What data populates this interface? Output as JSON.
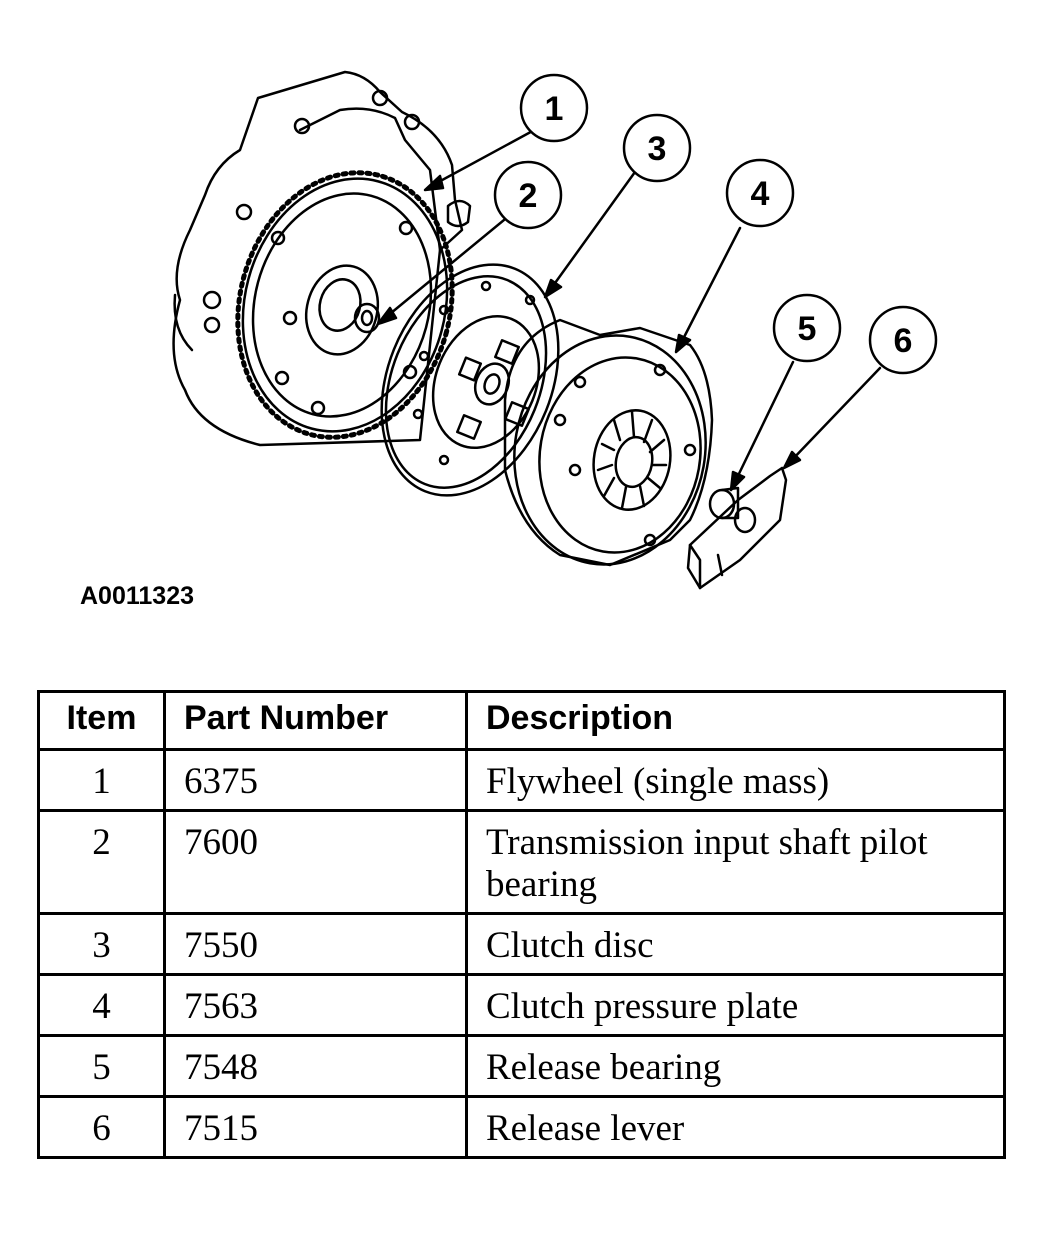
{
  "figure_id": "A0011323",
  "callouts": [
    "1",
    "2",
    "3",
    "4",
    "5",
    "6"
  ],
  "table": {
    "headers": {
      "item": "Item",
      "part_number": "Part Number",
      "description": "Description"
    },
    "rows": [
      {
        "item": "1",
        "part_number": "6375",
        "description": "Flywheel (single mass)"
      },
      {
        "item": "2",
        "part_number": "7600",
        "description": "Transmission input shaft pilot bearing"
      },
      {
        "item": "3",
        "part_number": "7550",
        "description": "Clutch disc"
      },
      {
        "item": "4",
        "part_number": "7563",
        "description": "Clutch pressure plate"
      },
      {
        "item": "5",
        "part_number": "7548",
        "description": "Release bearing"
      },
      {
        "item": "6",
        "part_number": "7515",
        "description": "Release lever"
      }
    ]
  }
}
